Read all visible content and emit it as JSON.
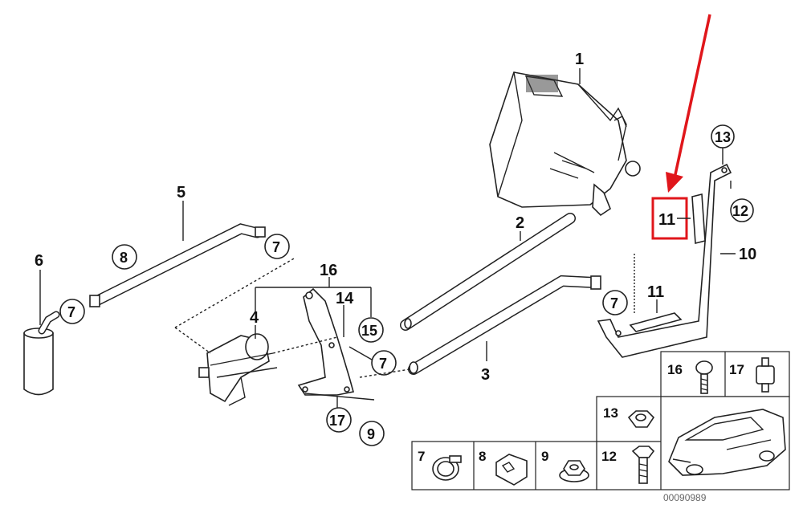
{
  "diagram": {
    "callouts": {
      "c1": "1",
      "c2": "2",
      "c3": "3",
      "c4": "4",
      "c5": "5",
      "c6": "6",
      "c8": "8",
      "c7a": "7",
      "c7b": "7",
      "c7c": "7",
      "c7d": "7",
      "c9": "9",
      "c10": "10",
      "c11a": "11",
      "c11b": "11",
      "c12": "12",
      "c13": "13",
      "c14": "14",
      "c15": "15",
      "c16": "16",
      "c17": "17"
    },
    "parts_table": {
      "p16": "16",
      "p17": "17",
      "p13": "13",
      "p7": "7",
      "p8": "8",
      "p9": "9",
      "p12": "12"
    },
    "diagram_code": "00090989",
    "highlight_color": "#e0161b",
    "arrow_color": "#e0161b"
  }
}
